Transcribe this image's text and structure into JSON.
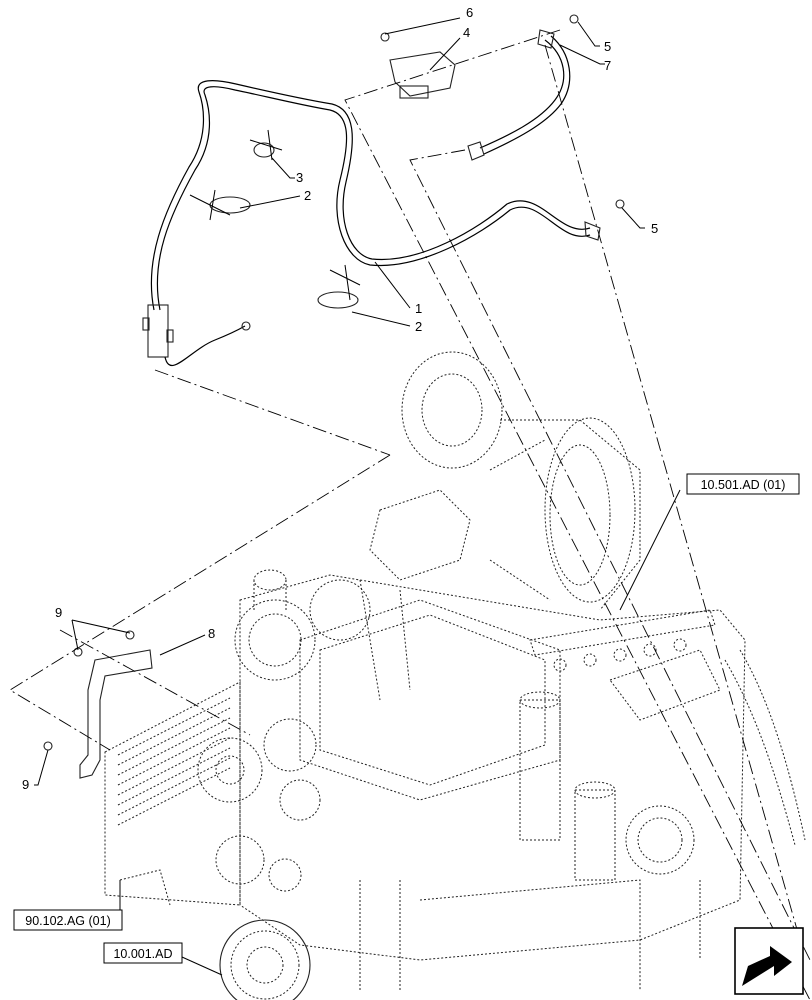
{
  "callouts": [
    "1",
    "2",
    "2",
    "3",
    "4",
    "5",
    "5",
    "6",
    "7",
    "8",
    "9",
    "9"
  ],
  "refs": [
    "10.501.AD (01)",
    "90.102.AG (01)",
    "10.001.AD"
  ],
  "nav_icon": "arrow-next-page-icon"
}
